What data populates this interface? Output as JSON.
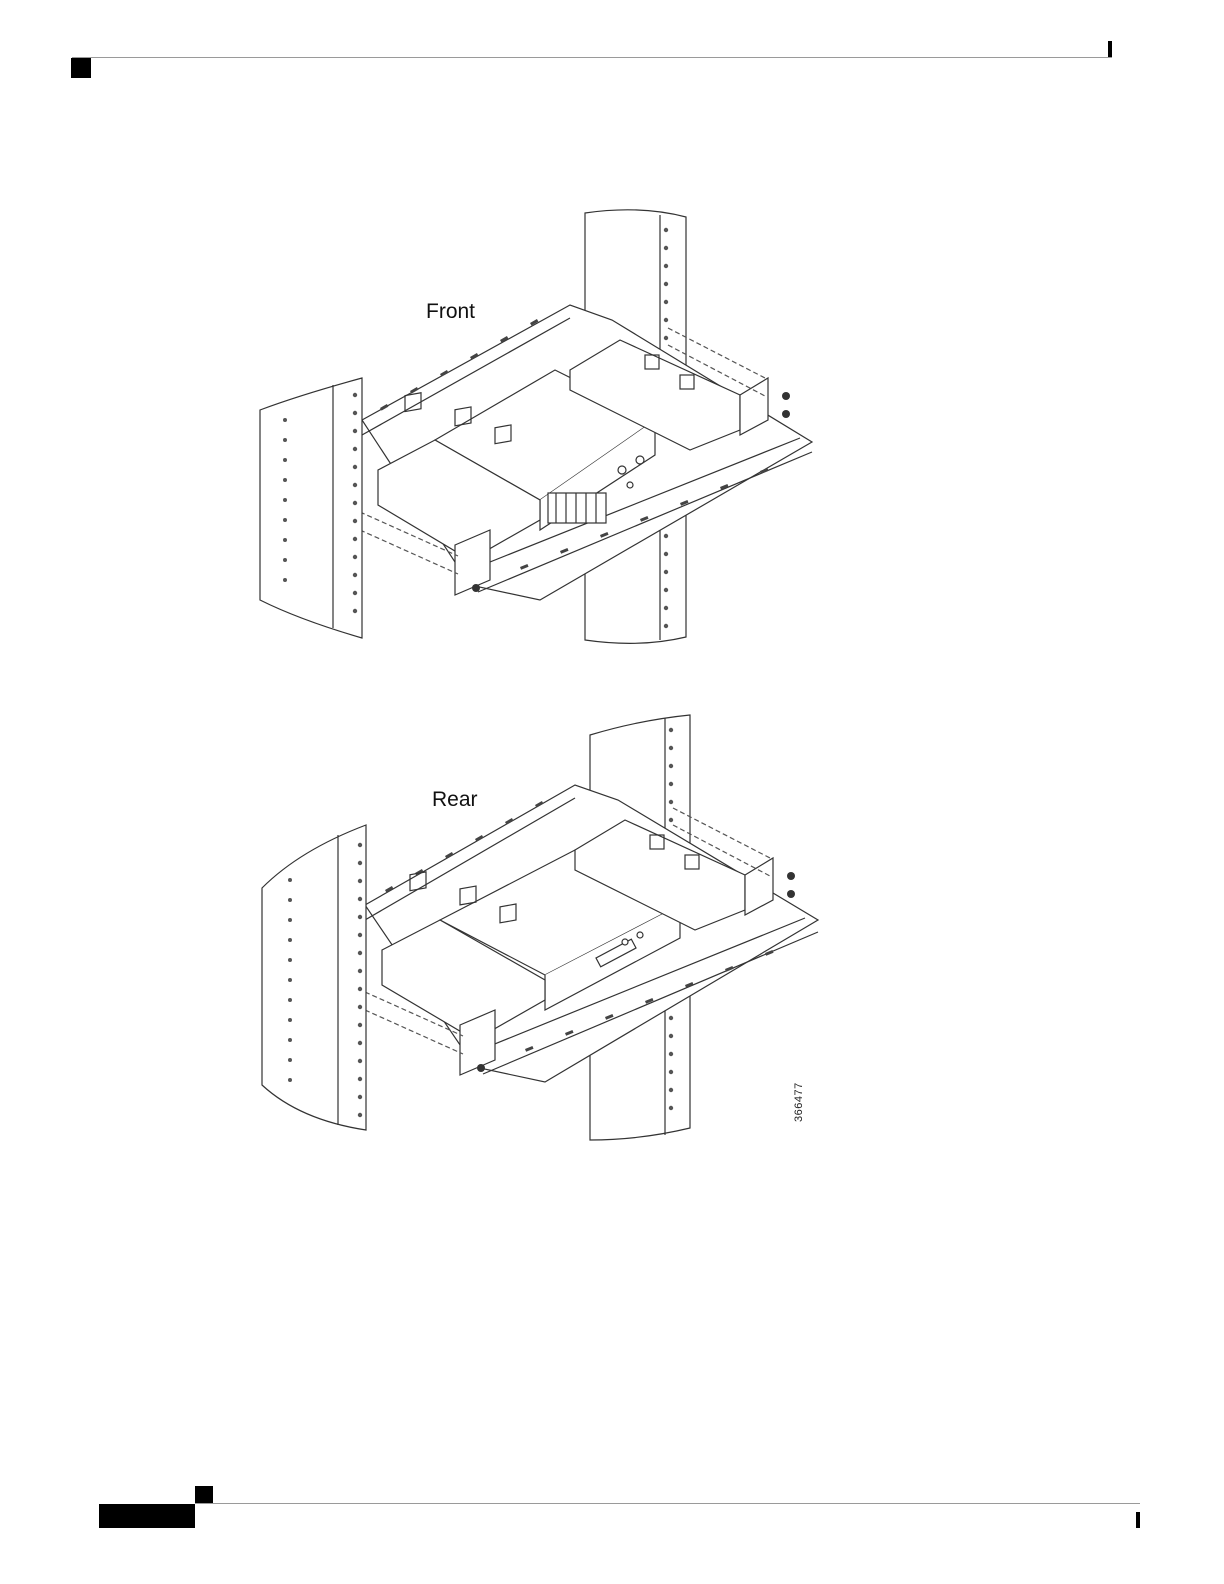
{
  "figure": {
    "front_label": "Front",
    "rear_label": "Rear",
    "figure_id": "366477"
  },
  "icons": [
    "rack-mount-illustration-front",
    "rack-mount-illustration-rear"
  ]
}
